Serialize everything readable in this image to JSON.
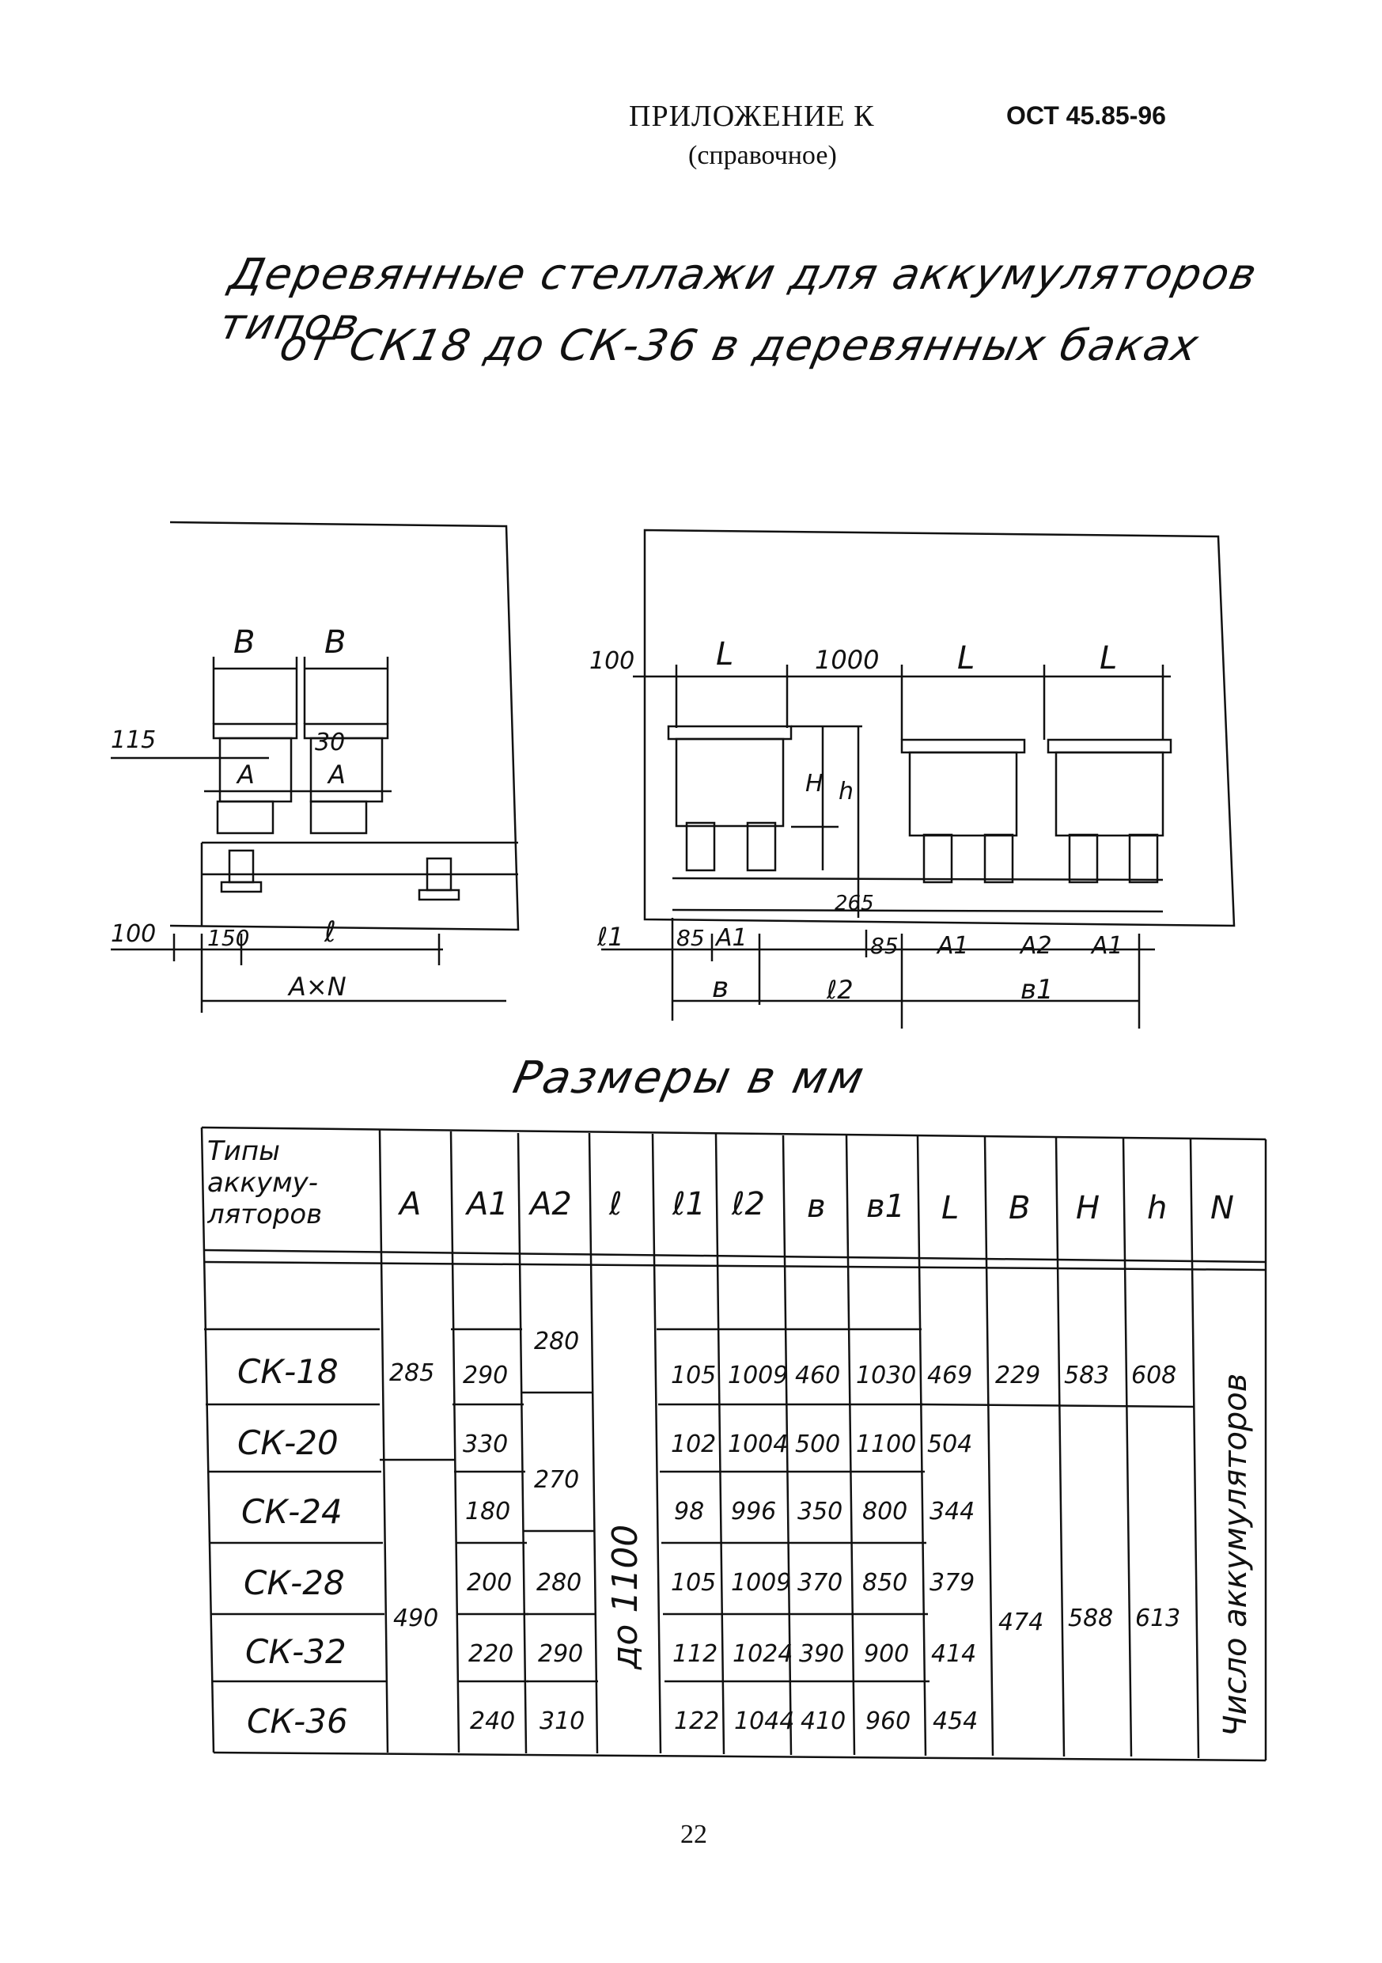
{
  "header": {
    "title": "ПРИЛОЖЕНИЕ К",
    "subtitle": "(справочное)",
    "standard": "ОСТ 45.85-96"
  },
  "caption": {
    "line1": "Деревянные стеллажи для аккумуляторов типов",
    "line2": "от СК18 до СК-36 в деревянных баках"
  },
  "drawing_left": {
    "labels": {
      "B1": "В",
      "B2": "В",
      "d115": "115",
      "d30": "30",
      "A1": "А",
      "A2": "А",
      "d100": "100",
      "d150": "150",
      "l": "ℓ",
      "AxN": "А×N"
    }
  },
  "drawing_right": {
    "labels": {
      "d100": "100",
      "L1": "L",
      "d1000": "1000",
      "L2": "L",
      "L3": "L",
      "H": "Н",
      "h": "h",
      "d265": "265",
      "l1": "ℓ1",
      "d85a": "85",
      "A1a": "А1",
      "b": "в",
      "l2": "ℓ2",
      "d85b": "85",
      "A1b": "А1",
      "A2": "А2",
      "A1c": "А1",
      "b1": "в1"
    }
  },
  "sizes_label": "Размеры в мм",
  "table": {
    "headers": {
      "type": "Типы аккуму-ляторов",
      "A": "А",
      "A1": "А1",
      "A2": "А2",
      "l": "ℓ",
      "l1": "ℓ1",
      "l2": "ℓ2",
      "b": "в",
      "b1": "в1",
      "L": "L",
      "B": "В",
      "H": "Н",
      "h": "h",
      "N": "N"
    },
    "types": [
      "СК-18",
      "СК-20",
      "СК-24",
      "СК-28",
      "СК-32",
      "СК-36"
    ],
    "A_values": [
      "285",
      "490"
    ],
    "A1": [
      "290",
      "330",
      "180",
      "200",
      "220",
      "240"
    ],
    "A2_values": [
      "280",
      "270",
      "280",
      "290",
      "310"
    ],
    "l_value": "до 1100",
    "l1": [
      "105",
      "102",
      "98",
      "105",
      "112",
      "122"
    ],
    "l2": [
      "1009",
      "1004",
      "996",
      "1009",
      "1024",
      "1044"
    ],
    "b": [
      "460",
      "500",
      "350",
      "370",
      "390",
      "410"
    ],
    "b1": [
      "1030",
      "1100",
      "800",
      "850",
      "900",
      "960"
    ],
    "L": [
      "469",
      "504",
      "344",
      "379",
      "414",
      "454"
    ],
    "B_values": [
      "229",
      "474"
    ],
    "H_values": [
      "583",
      "588"
    ],
    "h_values": [
      "608",
      "613"
    ],
    "N_value": "Число аккумуляторов"
  },
  "page_number": "22"
}
